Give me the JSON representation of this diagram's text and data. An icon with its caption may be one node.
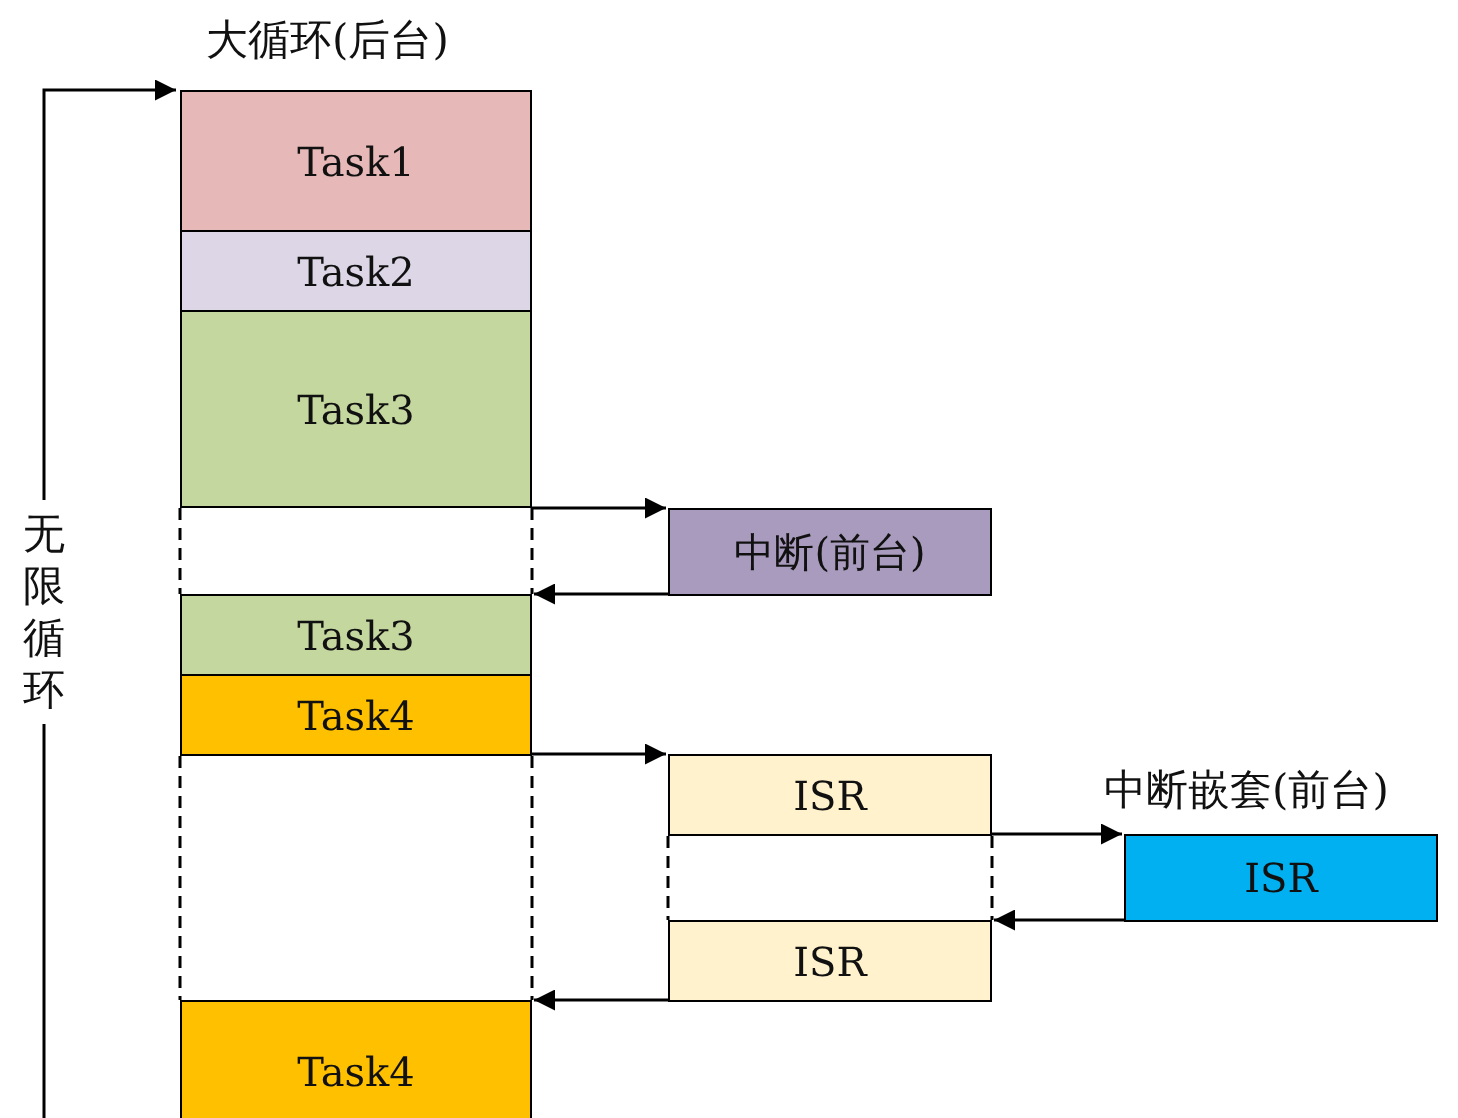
{
  "diagram": {
    "nodes": [
      {
        "text": [
          "Task1"
        ],
        "beside": [
          "大循环(后台)"
        ]
      },
      {
        "text": [
          "Task2"
        ]
      },
      {
        "text": [
          "Task3"
        ]
      },
      {
        "text": [
          "中断(前台)"
        ]
      },
      {
        "text": [
          "Task3"
        ]
      },
      {
        "text": [
          "Task4"
        ]
      },
      {
        "text": [
          "ISR"
        ]
      },
      {
        "text": [
          "ISR"
        ],
        "beside": [
          "中断嵌套(前台)"
        ]
      },
      {
        "text": [
          "ISR"
        ]
      },
      {
        "text": [
          "Task4"
        ]
      }
    ],
    "edges": [
      {
        "from": null,
        "to": 0,
        "arrow": "to",
        "label": "无限循环"
      },
      {
        "from": 2,
        "to": 3,
        "arrow": "to"
      },
      {
        "from": 3,
        "to": 4,
        "arrow": "to"
      },
      {
        "from": 5,
        "to": 6,
        "arrow": "to"
      },
      {
        "from": 6,
        "to": 7,
        "arrow": "to"
      },
      {
        "from": 7,
        "to": 8,
        "arrow": "to"
      },
      {
        "from": 8,
        "to": 9,
        "arrow": "to"
      },
      {
        "from": 2,
        "to": 4,
        "arrow": "none",
        "style": "dashed"
      },
      {
        "from": 2,
        "to": 4,
        "arrow": "none",
        "style": "dashed"
      },
      {
        "from": 5,
        "to": 9,
        "arrow": "none",
        "style": "dashed"
      },
      {
        "from": 5,
        "to": 9,
        "arrow": "none",
        "style": "dashed"
      },
      {
        "from": 6,
        "to": 8,
        "arrow": "none",
        "style": "dashed"
      },
      {
        "from": 6,
        "to": 8,
        "arrow": "none",
        "style": "dashed"
      }
    ]
  }
}
